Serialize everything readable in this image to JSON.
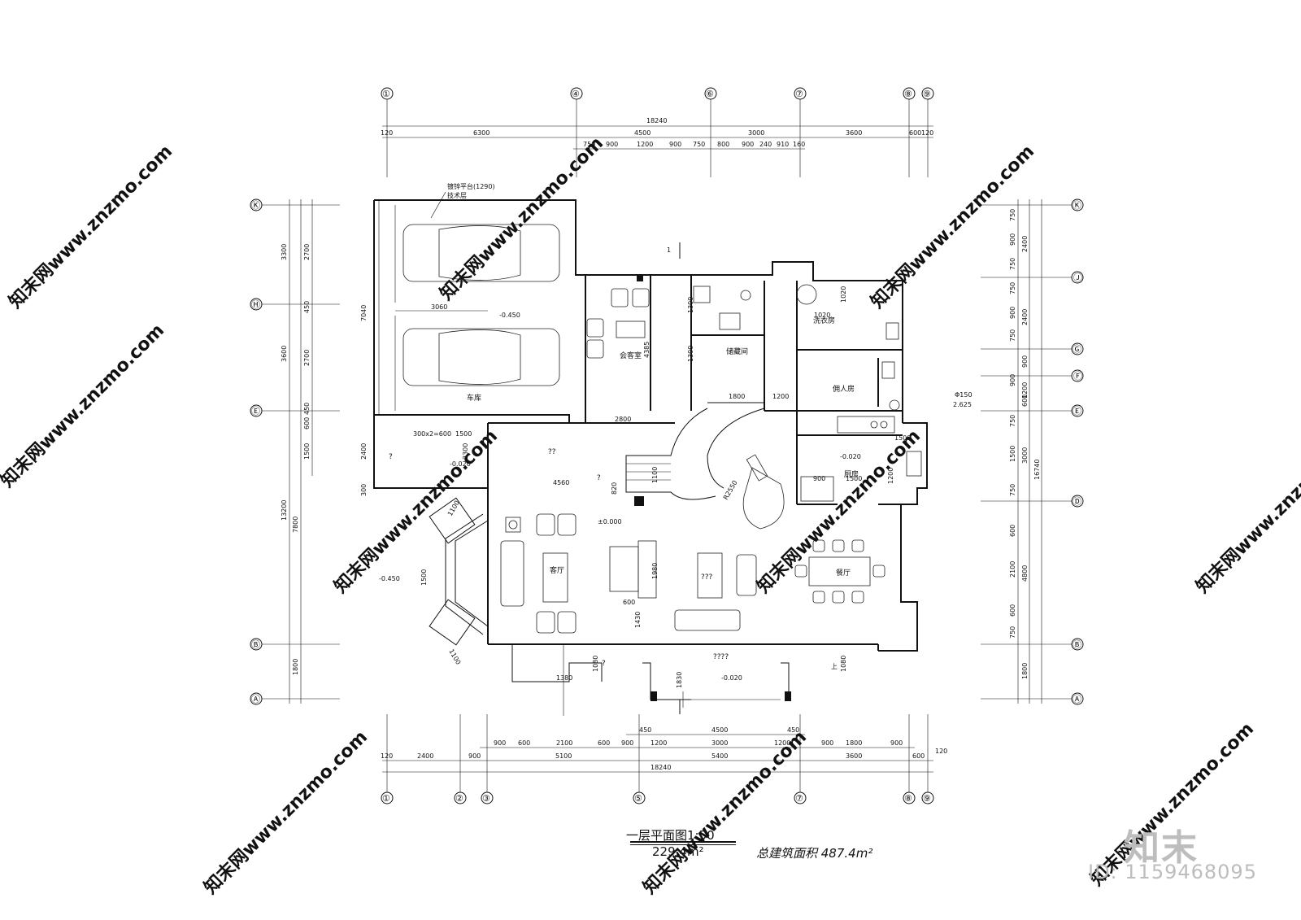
{
  "drawing": {
    "title": "一层平面图1:50",
    "first_floor_area": "229.4m²",
    "total_area": "总建筑面积  487.4m²",
    "watermark_site": "知末网www.znzmo.com",
    "logo": "知末",
    "id": "ID: 1159468095"
  },
  "axes": {
    "top": [
      "①",
      "④",
      "⑥",
      "⑦",
      "⑧",
      "⑨"
    ],
    "bottom": [
      "①",
      "②",
      "③",
      "⑤",
      "⑦",
      "⑧",
      "⑨"
    ],
    "left": [
      "Ⓚ",
      "Ⓗ",
      "Ⓔ",
      "Ⓑ",
      "Ⓐ"
    ],
    "right": [
      "Ⓚ",
      "Ⓙ",
      "Ⓖ",
      "Ⓕ",
      "Ⓔ",
      "Ⓓ",
      "Ⓑ",
      "Ⓐ"
    ]
  },
  "dimensions": {
    "top_total": "18240",
    "top_row1": [
      "120",
      "6300",
      "4500",
      "3000",
      "3600",
      "600",
      "120"
    ],
    "top_row2": [
      "750",
      "900",
      "1200",
      "900",
      "750",
      "800",
      "900",
      "240",
      "910",
      "160"
    ],
    "bottom_total": "18240",
    "bottom_row1": [
      "120",
      "2400",
      "900",
      "5100",
      "5400",
      "3600",
      "600",
      "120"
    ],
    "bottom_row2": [
      "900",
      "600",
      "2100",
      "600",
      "900",
      "1200",
      "3000",
      "1200",
      "900",
      "1800",
      "900"
    ],
    "bottom_row3": [
      "450",
      "4500",
      "450"
    ],
    "left_outer": [
      "3300",
      "3600",
      "13200",
      "7800",
      "1800"
    ],
    "left_inner": [
      "2700",
      "450",
      "2700",
      "450",
      "600",
      "1500",
      "300"
    ],
    "right_outer": [
      "16740"
    ],
    "right_mid": [
      "2400",
      "2400",
      "900",
      "1200",
      "600",
      "3000",
      "4800",
      "1800"
    ],
    "right_inner": [
      "750",
      "900",
      "750",
      "750",
      "900",
      "750",
      "900",
      "750",
      "1500",
      "750",
      "600",
      "2100",
      "600",
      "750"
    ]
  },
  "rooms": {
    "garage": "车库",
    "reception": "会客室",
    "storage": "储藏间",
    "laundry": "洗衣房",
    "servant": "佣人房",
    "kitchen": "厨房",
    "living": "客厅",
    "dining": "餐厅",
    "hall": "??",
    "lounge": "???",
    "terrace": "????",
    "entry": "?",
    "entry2": "?",
    "stair_note": "?"
  },
  "annotations": {
    "platform": "镀锌平台(1290)",
    "tech_floor": "技术层",
    "level_garage": "-0.450",
    "level_entry": "-0.020",
    "level_main": "±0.000",
    "level_kitchen": "-0.020",
    "level_left": "-0.450",
    "level_porch": "-0.020",
    "level_ext": "2.625",
    "pipe": "Φ150",
    "radius": "R2550",
    "up": "上",
    "section": "1",
    "d3060": "3060",
    "d4385": "4385",
    "d2800": "2800",
    "d4560": "4560",
    "d1800": "1800",
    "d1200": "1200",
    "d1300a": "1300",
    "d1300b": "1300",
    "d300x2": "300x2=600",
    "d1500a": "1500",
    "d2300": "2300",
    "d2400": "2400",
    "d1100a": "1100",
    "d1100b": "1100",
    "d1500b": "1500",
    "d1980": "1980",
    "d600": "600",
    "d1430": "1430",
    "d1380": "1380",
    "d1830": "1830",
    "d1080a": "1080",
    "d1080b": "1080",
    "d1020a": "1020",
    "d1020b": "1020",
    "d900k": "900",
    "d1500k": "1500",
    "d1200k": "1200",
    "d1500s": "1500",
    "d820": "820",
    "d1100s": "1100",
    "d7040": "7040"
  },
  "colors": {
    "line": "#111111",
    "watermark": "#d9d9d9",
    "logo": "#bdbdbd"
  }
}
